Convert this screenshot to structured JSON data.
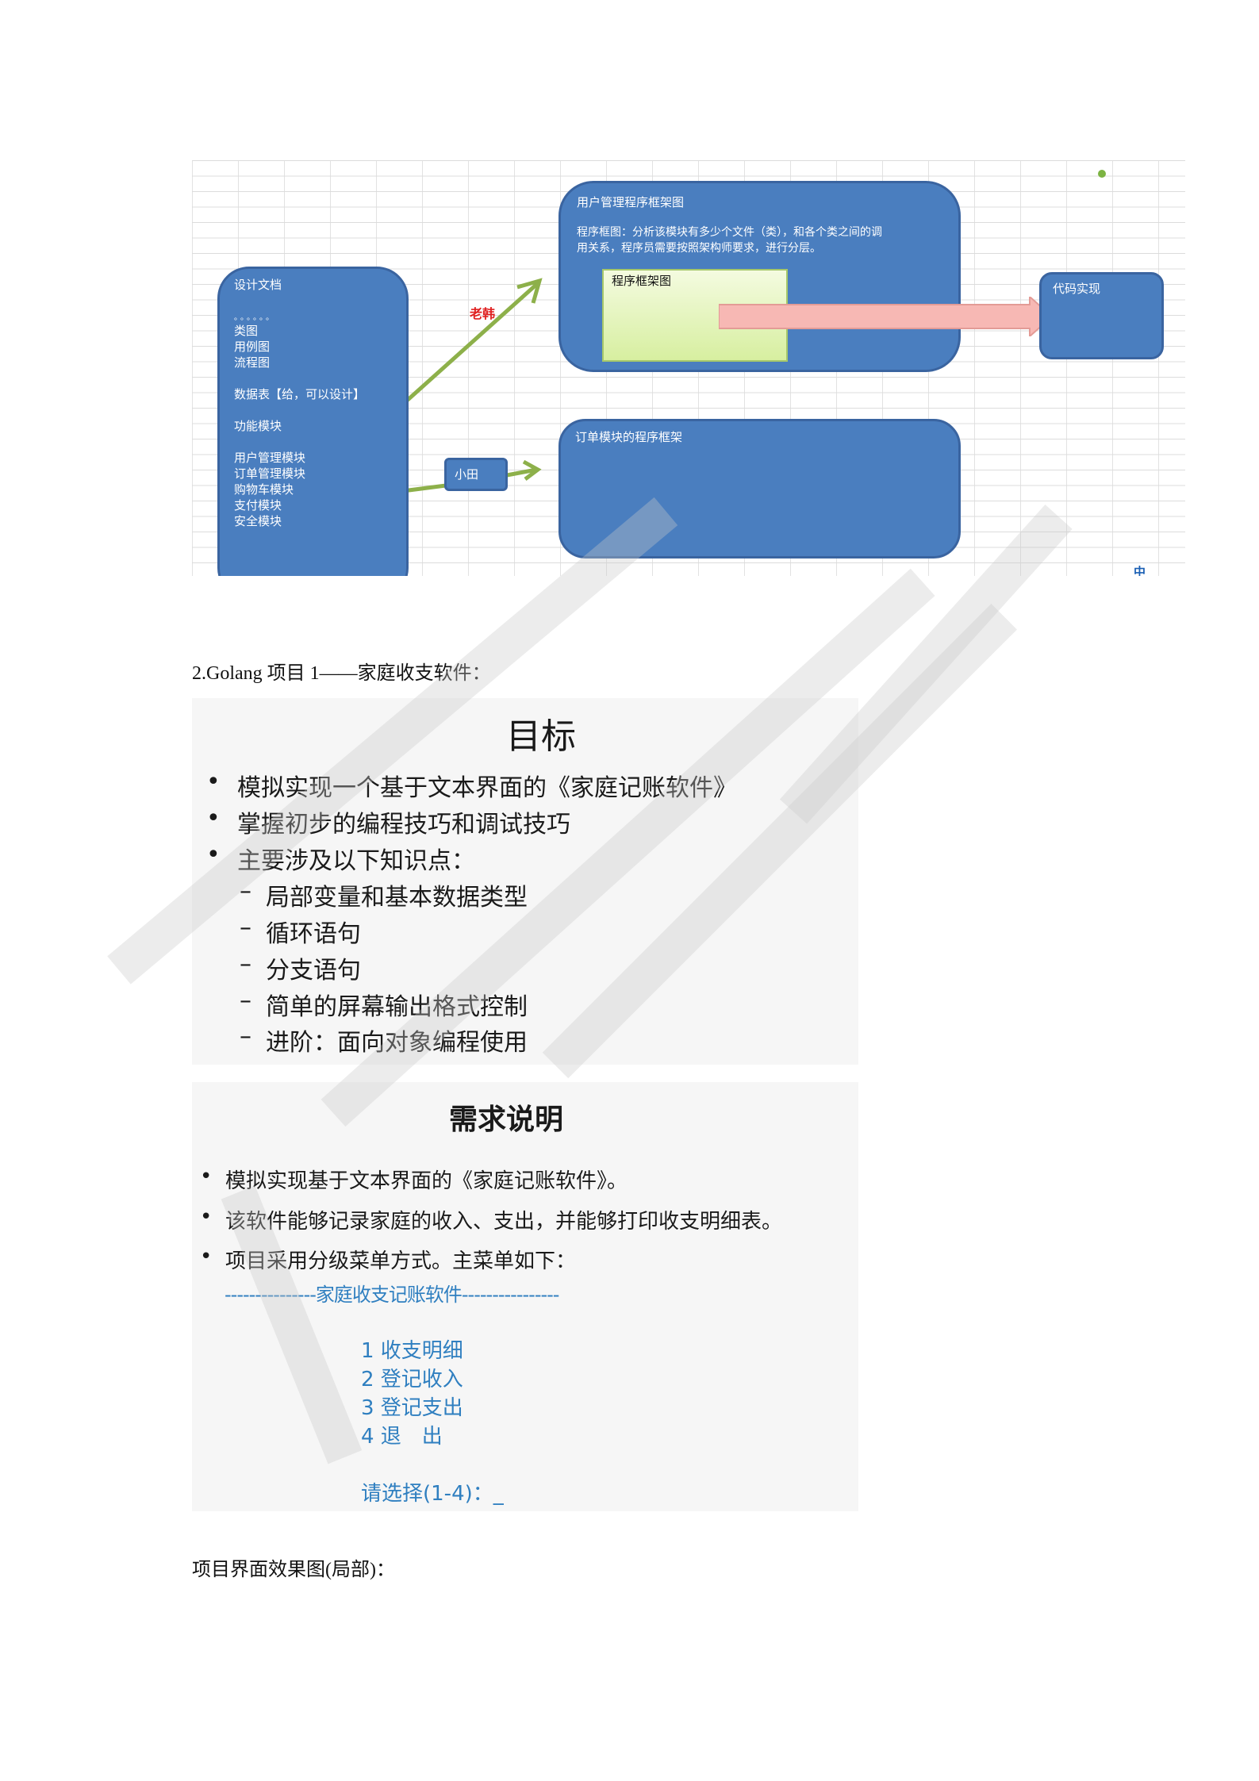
{
  "diagram": {
    "design_doc_box": {
      "title": "设计文档",
      "dots": "。。。。。。",
      "items_a": [
        "类图",
        "用例图",
        "流程图"
      ],
      "data_table": "数据表【给，可以设计】",
      "function_modules": "功能模块",
      "modules": [
        "用户管理模块",
        "订单管理模块",
        "购物车模块",
        "支付模块",
        "安全模块"
      ]
    },
    "user_mgmt_box": {
      "title": "用户管理程序框架图",
      "description_line1": "程序框图：分析该模块有多少个文件（类），和各个类之间的调",
      "description_line2": "用关系，程序员需要按照架构师要求，进行分层。",
      "inner_box": "程序框架图"
    },
    "code_box": "代码实现",
    "order_box": "订单模块的程序框架",
    "label_laohan": "老韩",
    "label_xiaotian": "小田",
    "ime_indicator": "中",
    "colors": {
      "box_blue": "#4a7ebf",
      "arrow_green": "#8db04a",
      "arrow_pink": "#f7b8b4",
      "label_red": "#e02020"
    }
  },
  "section_heading": "2.Golang 项目 1——家庭收支软件：",
  "slide_goals": {
    "title": "目标",
    "bullets": [
      "模拟实现一个基于文本界面的《家庭记账软件》",
      "掌握初步的编程技巧和调试技巧",
      "主要涉及以下知识点："
    ],
    "sub_items": [
      "局部变量和基本数据类型",
      "循环语句",
      "分支语句",
      "简单的屏幕输出格式控制",
      "进阶：面向对象编程使用"
    ]
  },
  "slide_requirements": {
    "title": "需求说明",
    "bullets": [
      "模拟实现基于文本界面的《家庭记账软件》。",
      "该软件能够记录家庭的收入、支出，并能够打印收支明细表。",
      "项目采用分级菜单方式。主菜单如下："
    ],
    "menu_header": "---------------家庭收支记账软件----------------",
    "menu_items": [
      "1 收支明细",
      "2 登记收入",
      "3 登记支出",
      "4 退　出"
    ],
    "prompt": "请选择(1-4)：_"
  },
  "footer_heading": "项目界面效果图(局部)："
}
